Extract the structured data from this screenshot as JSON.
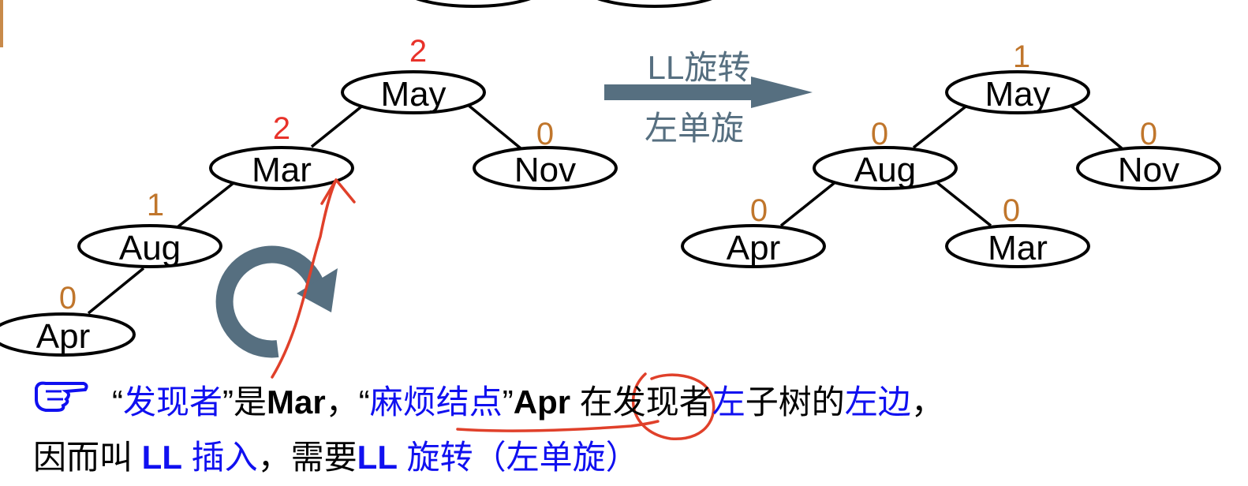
{
  "colors": {
    "node_stroke": "#000000",
    "balance_red": "#e8322a",
    "balance_orange": "#c0762c",
    "arrow": "#566f80",
    "rotate_icon": "#566f80",
    "annotation": "#e0402a",
    "blue_text": "#1010f0",
    "margin_bar": "#c88a4a"
  },
  "before_tree": {
    "nodes": [
      {
        "id": "may",
        "label": "May",
        "balance": "2",
        "balance_color": "red"
      },
      {
        "id": "mar",
        "label": "Mar",
        "balance": "2",
        "balance_color": "red"
      },
      {
        "id": "nov",
        "label": "Nov",
        "balance": "0",
        "balance_color": "orange"
      },
      {
        "id": "aug",
        "label": "Aug",
        "balance": "1",
        "balance_color": "orange"
      },
      {
        "id": "apr",
        "label": "Apr",
        "balance": "0",
        "balance_color": "orange"
      }
    ]
  },
  "after_tree": {
    "nodes": [
      {
        "id": "may",
        "label": "May",
        "balance": "1",
        "balance_color": "orange"
      },
      {
        "id": "aug",
        "label": "Aug",
        "balance": "0",
        "balance_color": "orange"
      },
      {
        "id": "nov",
        "label": "Nov",
        "balance": "0",
        "balance_color": "orange"
      },
      {
        "id": "apr",
        "label": "Apr",
        "balance": "0",
        "balance_color": "orange"
      },
      {
        "id": "mar",
        "label": "Mar",
        "balance": "0",
        "balance_color": "orange"
      }
    ]
  },
  "arrow": {
    "top_label": "LL旋转",
    "bottom_label": "左单旋"
  },
  "icons": {
    "pointing_hand": "pointing-hand-icon",
    "rotate": "rotate-clockwise-icon"
  },
  "caption": {
    "line1": {
      "q1_open": "“",
      "discoverer": "发现者",
      "q1_close": "”是",
      "mar": "Mar",
      "sep": "，",
      "q2_open": "“",
      "trouble": "麻烦结点",
      "q2_close": "”",
      "apr": "Apr",
      "mid": " 在发现者",
      "left1": "左",
      "mid2": "子树的",
      "left2": "左边",
      "end": "，"
    },
    "line2": {
      "start": "因而叫 ",
      "ll_insert": "LL",
      "insert": " 插入",
      "mid": "，需要",
      "ll_rot": "LL",
      "rot": " 旋转（左单旋）"
    }
  }
}
